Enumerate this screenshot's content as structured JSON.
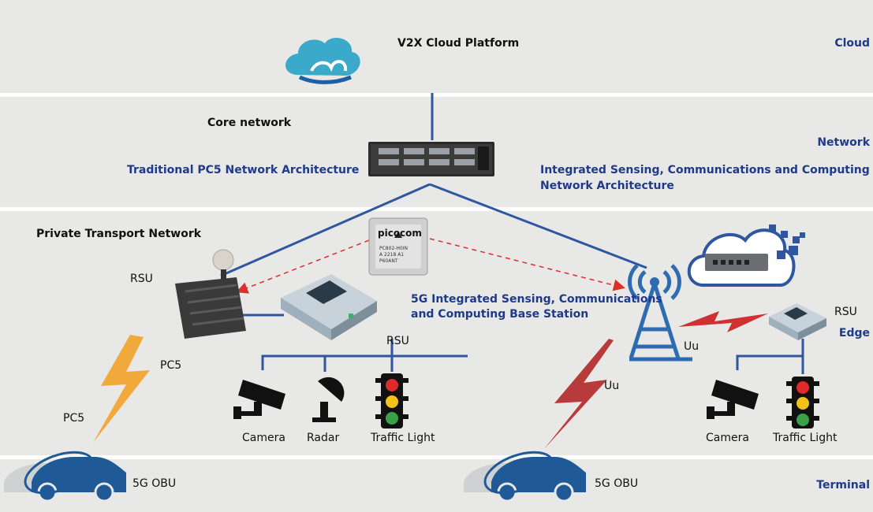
{
  "cloud_title": "V2X Cloud Platform",
  "core_network": "Core network",
  "traditional_arch": "Traditional PC5 Network Architecture",
  "iscc_arch_line1": "Integrated Sensing, Communications and Computing",
  "iscc_arch_line2": "Network Architecture",
  "private_net": "Private Transport Network",
  "base_station_line1": "5G Integrated Sensing, Communications",
  "base_station_line2": "and Computing Base Station",
  "chip_brand": "picocom",
  "chip_line1": "PC802-H0IN",
  "chip_line2": "A 2218 A1",
  "chip_line3": "P60ANT",
  "layers": {
    "cloud": "Cloud",
    "network": "Network",
    "edge": "Edge",
    "terminal": "Terminal"
  },
  "rsu_left": "RSU",
  "rsu_mid": "RSU",
  "rsu_right": "RSU",
  "pc5_a": "PC5",
  "pc5_b": "PC5",
  "uu_a": "Uu",
  "uu_b": "Uu",
  "left_devices": [
    "Camera",
    "Radar",
    "Traffic Light"
  ],
  "right_devices": [
    "Camera",
    "Traffic Light"
  ],
  "obu_left": "5G OBU",
  "obu_right": "5G OBU"
}
